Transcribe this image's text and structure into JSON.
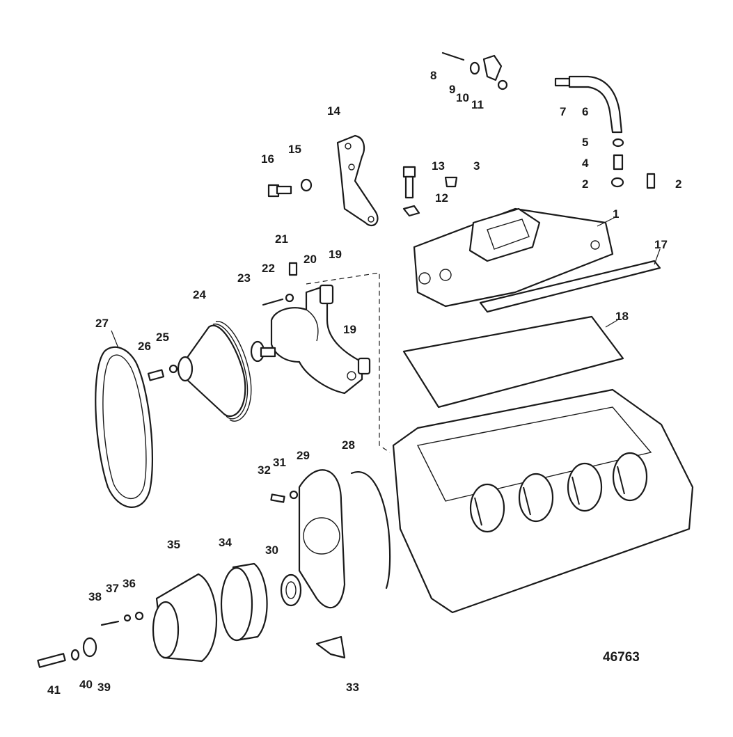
{
  "figure_number": "46763",
  "callouts": [
    "1",
    "2",
    "2",
    "3",
    "4",
    "5",
    "6",
    "7",
    "8",
    "9",
    "10",
    "11",
    "12",
    "13",
    "14",
    "15",
    "16",
    "17",
    "18",
    "19",
    "19",
    "20",
    "21",
    "22",
    "23",
    "24",
    "25",
    "26",
    "27",
    "28",
    "29",
    "30",
    "31",
    "32",
    "33",
    "34",
    "35",
    "36",
    "37",
    "38",
    "39",
    "40",
    "41"
  ],
  "parts": {
    "intake_manifold": "1",
    "cylinder_block": "block",
    "water_pump": "20",
    "water_pump_pulley": "24",
    "drive_belt": "27",
    "timing_cover": "29",
    "timing_cover_gasket": "28",
    "front_seal": "30",
    "harmonic_balancer": "34",
    "crankshaft_pulley": "35",
    "manifold_gasket": "17",
    "valley_pan": "18",
    "bracket": "14",
    "hose": "6"
  }
}
